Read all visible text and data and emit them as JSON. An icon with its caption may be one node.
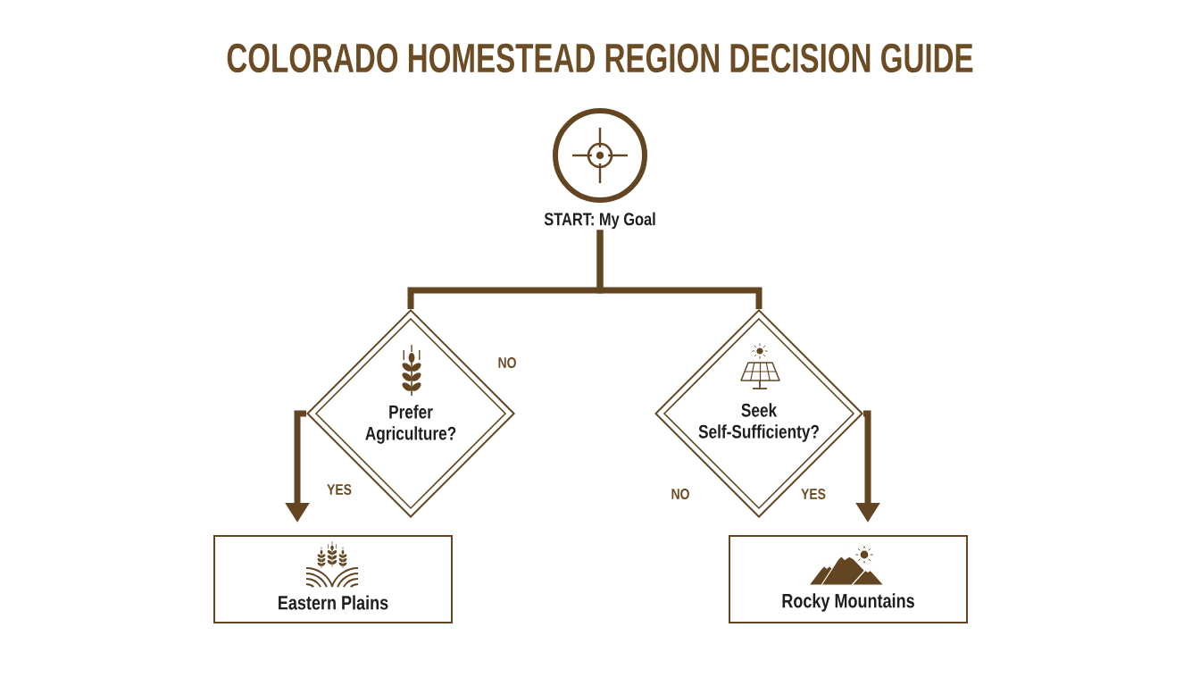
{
  "diagram": {
    "title": "COLORADO HOMESTEAD REGION DECISION GUIDE",
    "nodes": [
      {
        "text": [
          "START: My Goal"
        ]
      },
      {
        "text": [
          "Prefer Agriculture?"
        ]
      },
      {
        "text": [
          "Seek Self-Sufficienty?"
        ]
      },
      {
        "text": [
          "Eastern Plains"
        ]
      },
      {
        "text": [
          "Rocky Mountains"
        ]
      }
    ],
    "edges": [
      {
        "from": 0,
        "to": 1,
        "arrow": "none"
      },
      {
        "from": 0,
        "to": 2,
        "arrow": "none"
      },
      {
        "from": 1,
        "to": 3,
        "arrow": "to",
        "label": "YES"
      },
      {
        "from": 2,
        "to": 4,
        "arrow": "to",
        "label": "YES"
      }
    ],
    "labels": [
      "NO",
      "NO"
    ]
  }
}
